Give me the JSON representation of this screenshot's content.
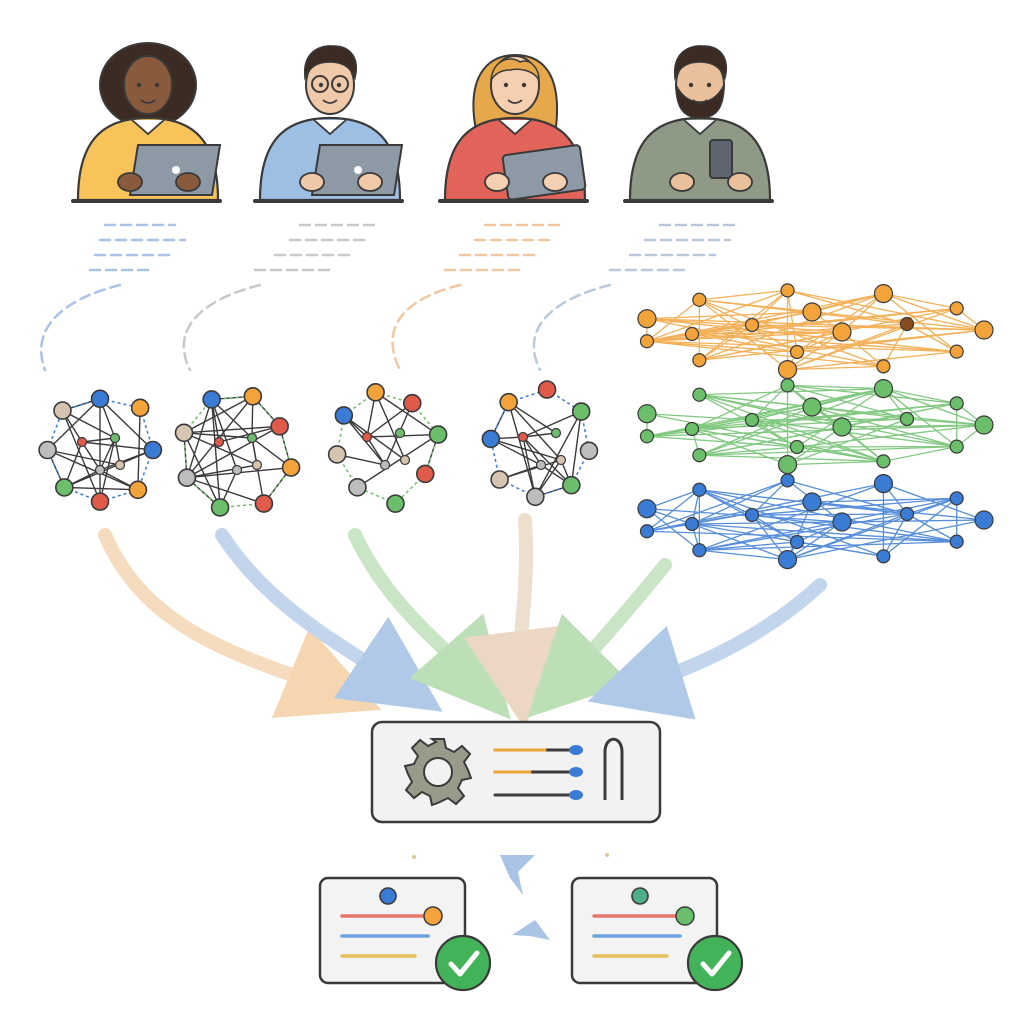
{
  "palette": {
    "outline": "#3a3a3a",
    "orange": "#f2a33a",
    "green": "#6cbf6a",
    "blue": "#3a7bd5",
    "red": "#e05a4a",
    "gray": "#bdbdbd",
    "check": "#43b35a"
  },
  "users": [
    {
      "name": "user-1",
      "shirt": "#f7c35a",
      "skin": "#8a5a3c",
      "hair": "#3b2b22",
      "device": "laptop"
    },
    {
      "name": "user-2",
      "shirt": "#9dbfe3",
      "skin": "#f0c9a8",
      "hair": "#3b2b22",
      "device": "laptop",
      "glasses": true
    },
    {
      "name": "user-3",
      "shirt": "#e2635a",
      "skin": "#f4d0b0",
      "hair": "#e6a84a",
      "device": "tablet"
    },
    {
      "name": "user-4",
      "shirt": "#8e9a86",
      "skin": "#e9c09b",
      "hair": "#3b2b22",
      "device": "phone",
      "beard": true
    }
  ],
  "graphs": [
    {
      "name": "graph-1",
      "color": "#3a7bd5"
    },
    {
      "name": "graph-2",
      "color": "#6cbf6a"
    },
    {
      "name": "graph-3",
      "color": "#6cbf6a"
    },
    {
      "name": "graph-4",
      "color": "#3a7bd5"
    }
  ],
  "layers": [
    {
      "name": "layer-orange",
      "color": "#f2a33a"
    },
    {
      "name": "layer-green",
      "color": "#6cbf6a"
    },
    {
      "name": "layer-blue",
      "color": "#3a7bd5"
    }
  ],
  "outputs": [
    {
      "name": "output-card-1",
      "dot": "#3a7bd5",
      "knob": "#f2a33a"
    },
    {
      "name": "output-card-2",
      "dot": "#4caf8a",
      "knob": "#6cbf6a"
    }
  ]
}
